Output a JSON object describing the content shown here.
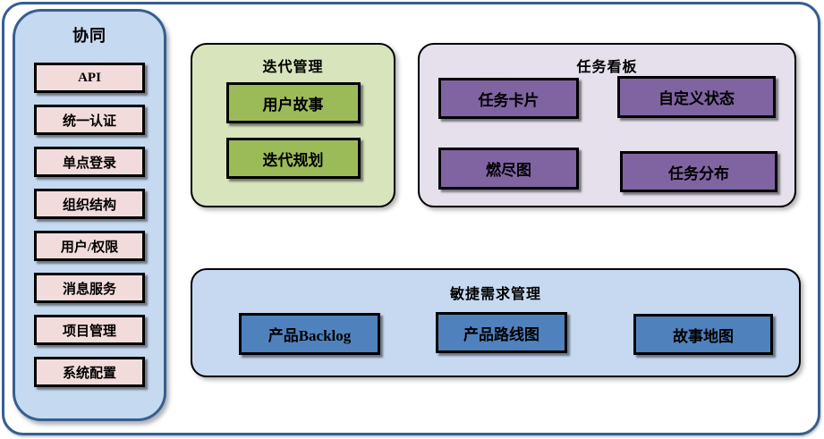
{
  "sidebar": {
    "title": "协同",
    "items": [
      "API",
      "统一认证",
      "单点登录",
      "组织结构",
      "用户/权限",
      "消息服务",
      "项目管理",
      "系统配置"
    ]
  },
  "iteration": {
    "title": "迭代管理",
    "items": [
      "用户故事",
      "迭代规划"
    ]
  },
  "kanban": {
    "title": "任务看板",
    "items": [
      "任务卡片",
      "自定义状态",
      "燃尽图",
      "任务分布"
    ]
  },
  "requirements": {
    "title": "敏捷需求管理",
    "items": [
      "产品Backlog",
      "产品路线图",
      "故事地图"
    ]
  },
  "colors": {
    "frame_border": "#365f91",
    "sidebar_fill": "#c5d9f1",
    "sidebar_item_fill": "#f2dcdb",
    "iteration_fill": "#d8e4bc",
    "iteration_button_fill": "#9bbb59",
    "kanban_fill": "#e5e0ec",
    "kanban_button_fill": "#8064a2",
    "requirements_fill": "#c6d9f0",
    "requirements_button_fill": "#4f81bd",
    "button_border": "#000000",
    "text": "#000000"
  }
}
